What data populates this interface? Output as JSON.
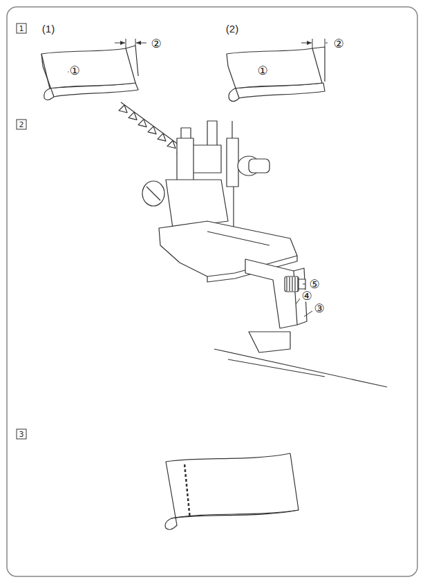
{
  "diagram": {
    "labels": [
      "1",
      "(1)",
      "(2)",
      "①",
      "②",
      "①",
      "②",
      "2",
      "⑤",
      "④",
      "③",
      "3"
    ]
  }
}
